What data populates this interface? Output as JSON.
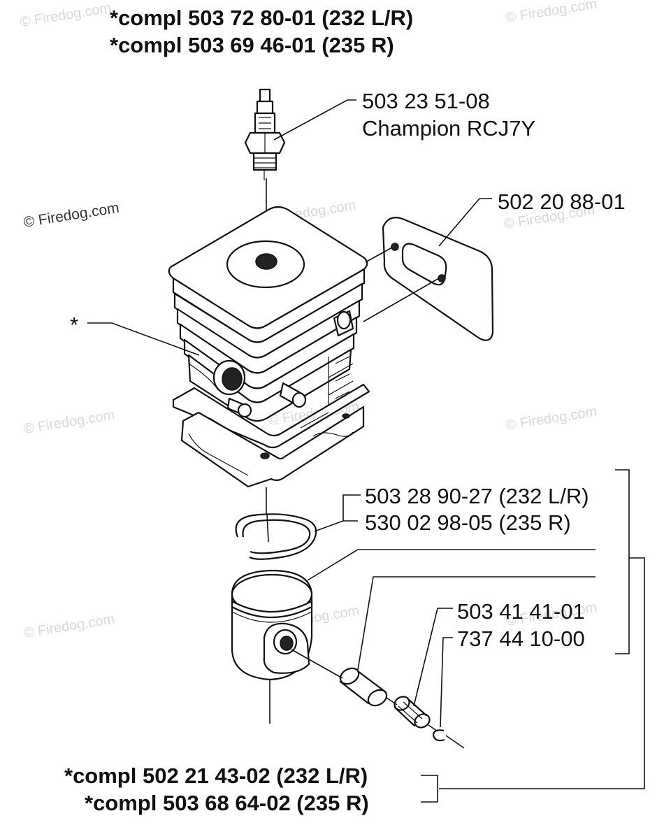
{
  "header": {
    "compl_line_1": "*compl 503 72 80-01 (232 L/R)",
    "compl_line_2": "*compl 503 69 46-01 (235 R)"
  },
  "callouts": {
    "spark_plug_part": "503 23 51-08",
    "spark_plug_model": "Champion RCJ7Y",
    "gasket": "502 20 88-01",
    "cylinder_marker": "*",
    "ring_232": "503 28 90-27 (232 L/R)",
    "ring_235": "530 02 98-05 (235 R)",
    "bearing": "503 41 41-01",
    "circlip": "737 44 10-00"
  },
  "footer": {
    "compl_line_1": "*compl 502 21 43-02 (232 L/R)",
    "compl_line_2": "*compl 503 68 64-02 (235 R)"
  },
  "watermark": {
    "text": "© Firedog.com"
  }
}
